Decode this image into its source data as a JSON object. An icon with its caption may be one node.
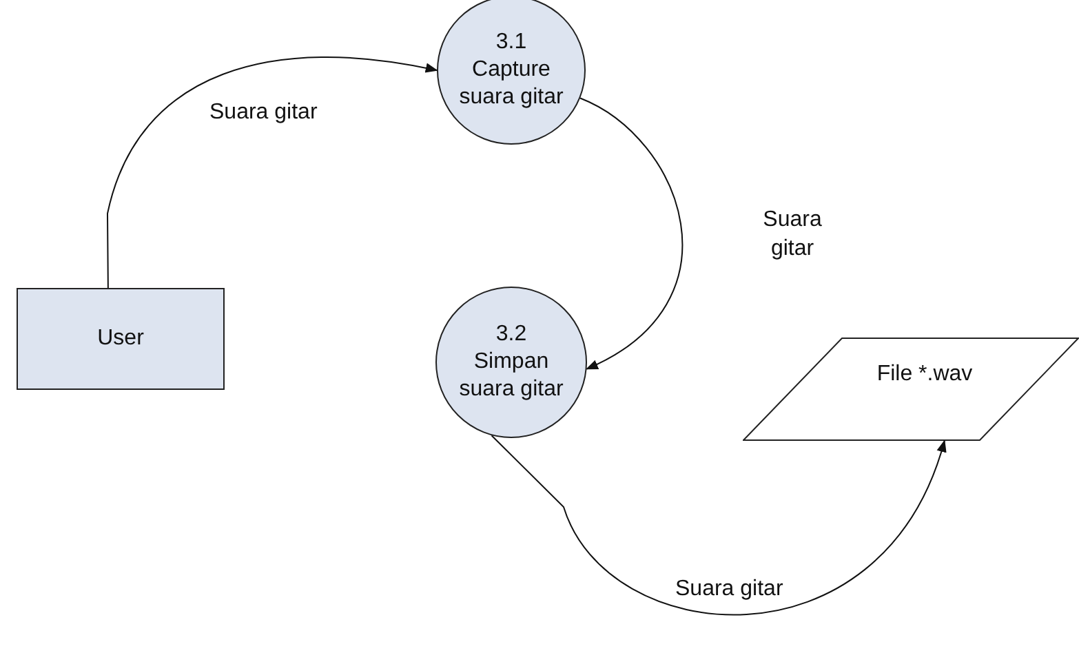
{
  "diagram": {
    "nodes": [
      {
        "text": [
          "User"
        ]
      },
      {
        "text": [
          "3.1",
          "Capture suara gitar"
        ]
      },
      {
        "text": [
          "3.2",
          "Simpan suara gitar"
        ]
      },
      {
        "text": [
          "File *.wav"
        ]
      }
    ],
    "edges": [
      {
        "from": 0,
        "to": 1,
        "arrow": "to",
        "label": "Suara gitar"
      },
      {
        "from": 1,
        "to": 2,
        "arrow": "to",
        "label": "Suara gitar"
      },
      {
        "from": 2,
        "to": 3,
        "arrow": "to",
        "label": "Suara gitar"
      }
    ]
  }
}
